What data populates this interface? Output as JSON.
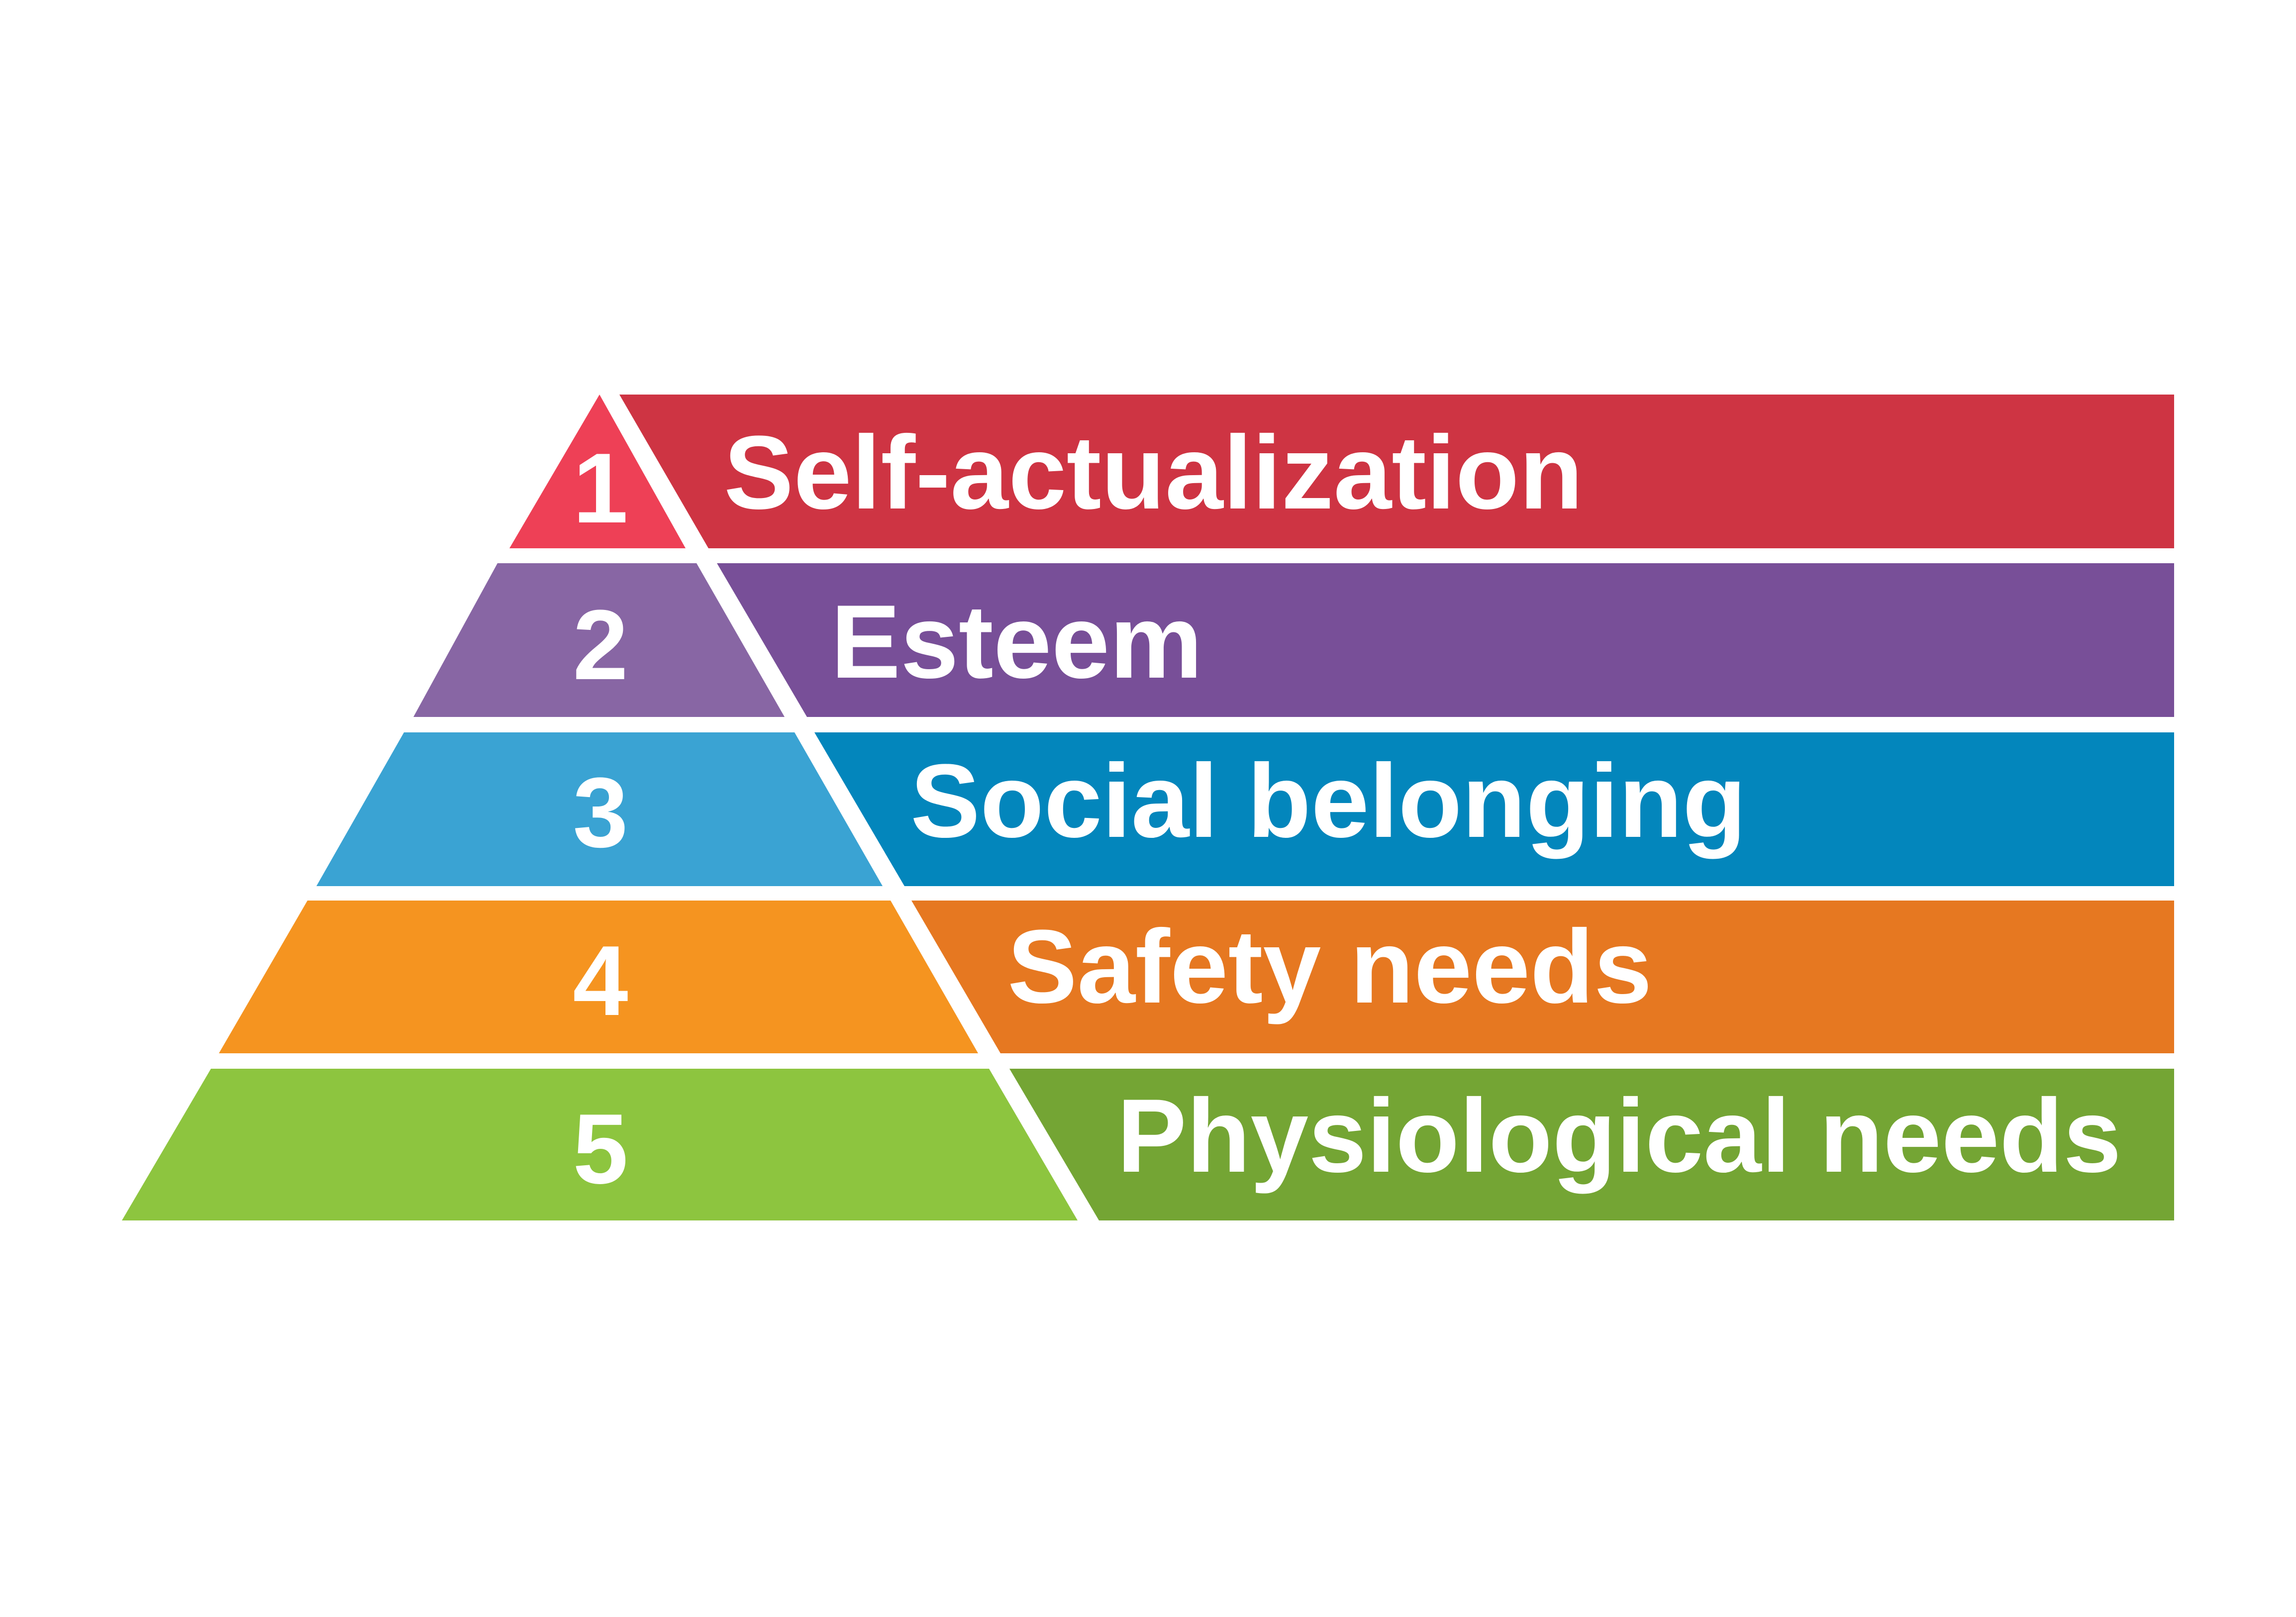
{
  "levels": [
    {
      "number": "1",
      "label": "Self-actualization",
      "colors": {
        "pyramid": "#ee4056",
        "bar": "#ce3443"
      }
    },
    {
      "number": "2",
      "label": "Esteem",
      "colors": {
        "pyramid": "#8866a4",
        "bar": "#784f98"
      }
    },
    {
      "number": "3",
      "label": "Social belonging",
      "colors": {
        "pyramid": "#3aa3d3",
        "bar": "#0386bc"
      }
    },
    {
      "number": "4",
      "label": "Safety needs",
      "colors": {
        "pyramid": "#f59420",
        "bar": "#e67821"
      }
    },
    {
      "number": "5",
      "label": "Physiological needs",
      "colors": {
        "pyramid": "#8dc53f",
        "bar": "#74a534"
      }
    }
  ]
}
